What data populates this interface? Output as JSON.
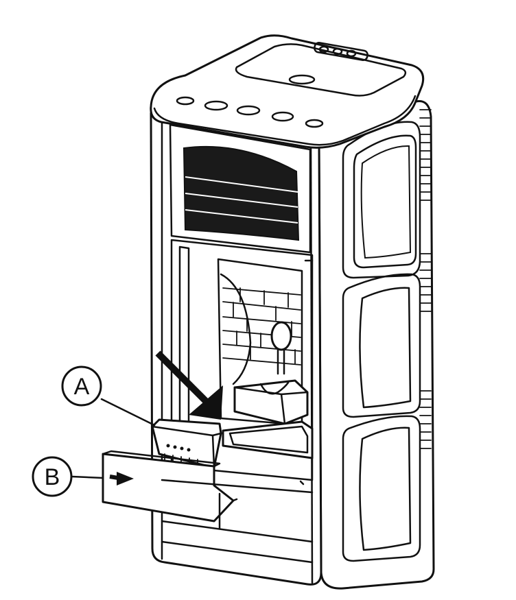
{
  "callouts": [
    {
      "id": "A",
      "label": "A"
    },
    {
      "id": "B",
      "label": "B"
    }
  ],
  "colors": {
    "line": "#111111",
    "fill": "#ffffff",
    "dark": "#1a1a1a"
  }
}
